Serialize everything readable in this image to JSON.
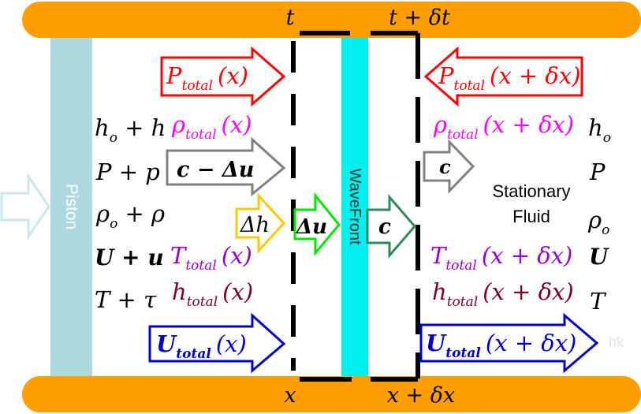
{
  "colors": {
    "pipe_wall": "#FF9E00",
    "piston": "#ADD8DF",
    "wavefront": "#00F0F0",
    "dash_lines": "#000000",
    "arrow_pressure": "#FF0000",
    "arrow_density": "#FF00FF",
    "arrow_velocity_relative": "#808080",
    "arrow_delta_h": "#FFC800",
    "arrow_delta_u": "#00E600",
    "arrow_c_wave": "#2E8B57",
    "arrow_temperature": "#9400D3",
    "arrow_enthalpy": "#800020",
    "arrow_velocity_total": "#0000CC",
    "input_arrow": "#C8E8EE"
  },
  "labels": {
    "piston": "Piston",
    "wavefront": "WaveFront",
    "stationary_line1": "Stationary",
    "stationary_line2": "Fluid",
    "watermark": "hk"
  },
  "time_labels": {
    "t": "t",
    "t_plus": "t + δt"
  },
  "position_labels": {
    "x": "x",
    "x_plus": "x + δx"
  },
  "left_state": {
    "h": "h",
    "h_sub": "o",
    "h_rest": " + h",
    "P": "P + p",
    "rho": "ρ",
    "rho_sub": "o",
    "rho_rest": " + ρ",
    "U": "U + u",
    "T": "T + τ"
  },
  "right_state": {
    "h": "h",
    "h_sub": "o",
    "P": "P",
    "rho": "ρ",
    "rho_sub": "o",
    "U": "U",
    "T": "T"
  },
  "left_arrows": {
    "P_sym": "P",
    "P_sub": "total",
    "P_arg": "(x)",
    "rho_sym": "ρ",
    "rho_sub": "total",
    "rho_arg": "(x)",
    "rel_vel": "c − Δu",
    "delta_h": "Δh",
    "T_sym": "T",
    "T_sub": "total",
    "T_arg": "(x)",
    "h_sym": "h",
    "h_sub": "total",
    "h_arg": "(x)",
    "U_sym": "U",
    "U_sub": "total",
    "U_arg": "(x)"
  },
  "mid_arrows": {
    "delta_u": "Δu",
    "c_wave": "c"
  },
  "right_arrows": {
    "P_sym": "P",
    "P_sub": "total",
    "P_arg": "(x + δx)",
    "rho_sym": "ρ",
    "rho_sub": "total",
    "rho_arg": "(x + δx)",
    "c": "c",
    "T_sym": "T",
    "T_sub": "total",
    "T_arg": "(x + δx)",
    "h_sym": "h",
    "h_sub": "total",
    "h_arg": "(x + δx)",
    "U_sym": "U",
    "U_sub": "total",
    "U_arg": "(x + δx)"
  }
}
